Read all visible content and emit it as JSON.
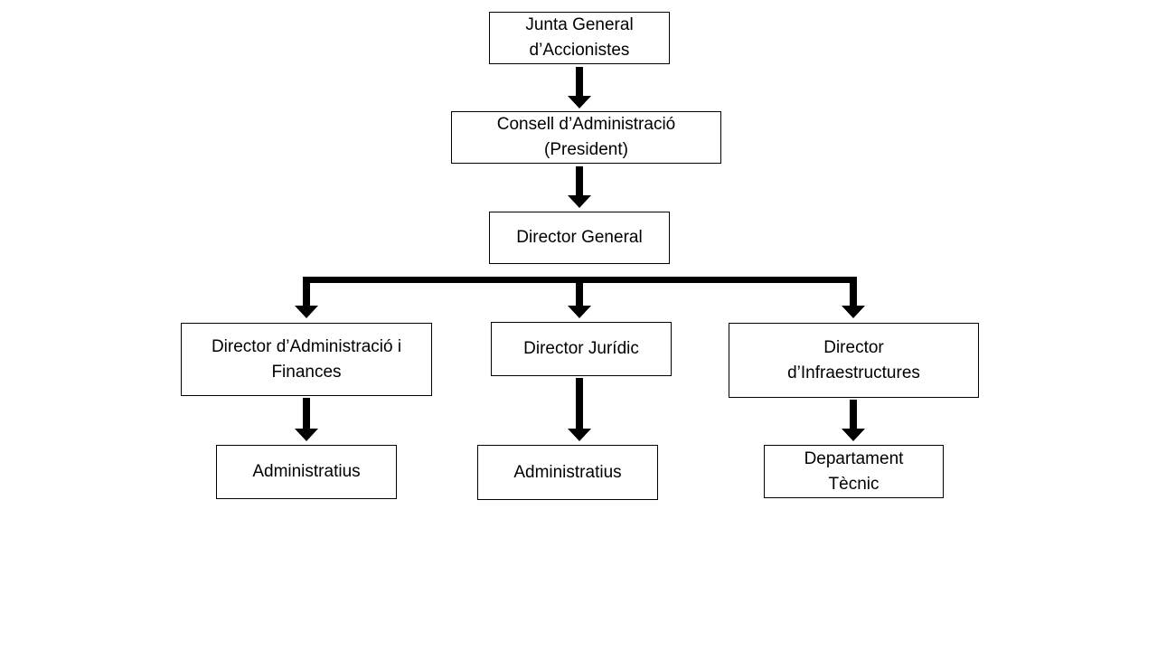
{
  "diagram": {
    "type": "org-chart",
    "language": "ca",
    "colors": {
      "background": "#ffffff",
      "box_fill": "#ffffff",
      "box_border": "#000000",
      "text": "#000000",
      "connector": "#000000"
    },
    "nodes": [
      {
        "id": "junta-general",
        "lines": [
          "Junta General",
          "d’Accionistes"
        ]
      },
      {
        "id": "consell-administracio",
        "lines": [
          "Consell d’Administració",
          "(President)"
        ]
      },
      {
        "id": "director-general",
        "lines": [
          "Director General"
        ]
      },
      {
        "id": "director-administracio-finances",
        "lines": [
          "Director d’Administració i",
          "Finances"
        ]
      },
      {
        "id": "director-juridic",
        "lines": [
          "Director Jurídic"
        ]
      },
      {
        "id": "director-infraestructures",
        "lines": [
          "Director",
          "d’Infraestructures"
        ]
      },
      {
        "id": "administratius-esquerra",
        "lines": [
          "Administratius"
        ]
      },
      {
        "id": "administratius-centre",
        "lines": [
          "Administratius"
        ]
      },
      {
        "id": "departament-tecnic",
        "lines": [
          "Departament",
          "Tècnic"
        ]
      }
    ],
    "edges": [
      {
        "from": "junta-general",
        "to": "consell-administracio"
      },
      {
        "from": "consell-administracio",
        "to": "director-general"
      },
      {
        "from": "director-general",
        "to": "director-administracio-finances"
      },
      {
        "from": "director-general",
        "to": "director-juridic"
      },
      {
        "from": "director-general",
        "to": "director-infraestructures"
      },
      {
        "from": "director-administracio-finances",
        "to": "administratius-esquerra"
      },
      {
        "from": "director-juridic",
        "to": "administratius-centre"
      },
      {
        "from": "director-infraestructures",
        "to": "departament-tecnic"
      }
    ]
  }
}
